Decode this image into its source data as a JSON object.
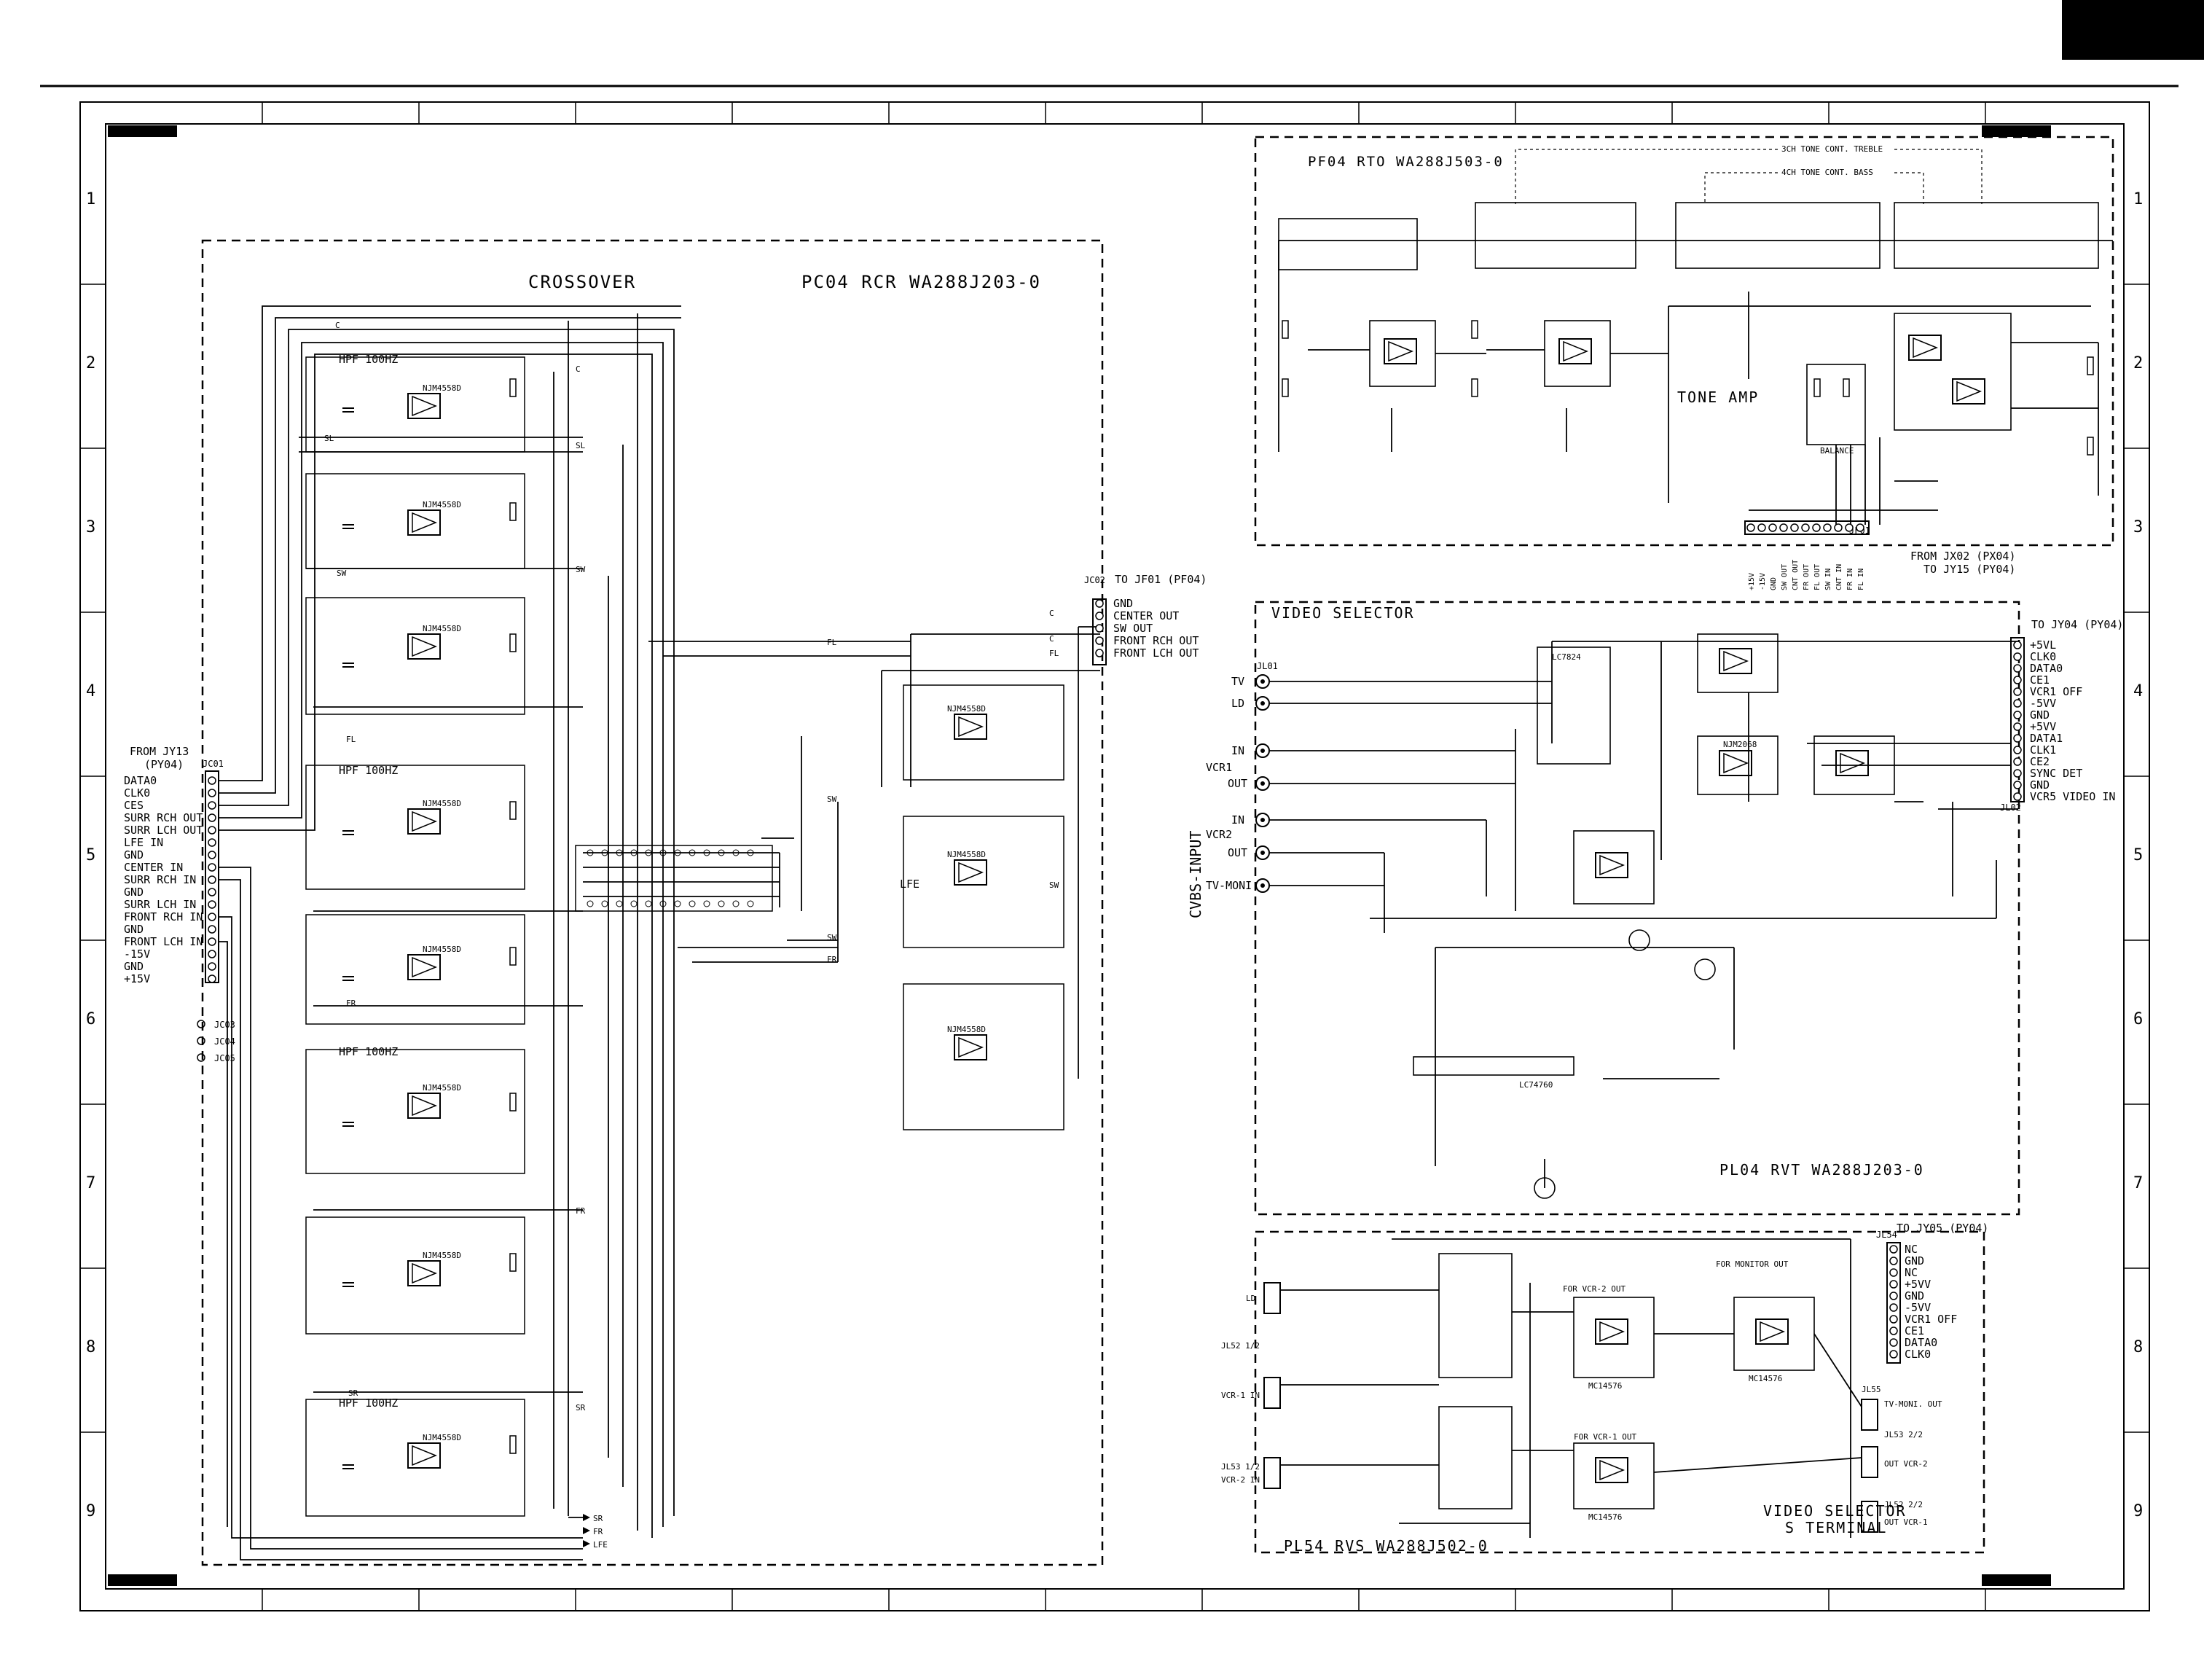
{
  "frame": {
    "row_numbers": [
      "1",
      "2",
      "3",
      "4",
      "5",
      "6",
      "7",
      "8",
      "9"
    ]
  },
  "crossover": {
    "title": "CROSSOVER",
    "board": "PC04  RCR  WA288J203-0",
    "from_label": "FROM JY13",
    "from_sub": "(PY04)",
    "left_connector": "JC01",
    "left_pins": [
      "DATA0",
      "CLK0",
      "CES",
      "SURR RCH OUT",
      "SURR LCH OUT",
      "LFE IN",
      "GND",
      "CENTER IN",
      "SURR RCH IN",
      "GND",
      "SURR LCH IN",
      "FRONT RCH IN",
      "GND",
      "FRONT LCH IN",
      "-15V",
      "GND",
      "+15V"
    ],
    "right_connector": "JC02",
    "right_to": "TO JF01 (PF04)",
    "right_pins": [
      "GND",
      "CENTER OUT",
      "SW OUT",
      "FRONT RCH OUT",
      "FRONT LCH OUT"
    ],
    "extra_jacks": [
      "JC03",
      "JC04",
      "JC05"
    ],
    "hpf_labels": [
      "HPF 100HZ",
      "HPF 100HZ",
      "HPF 100HZ",
      "HPF 100HZ"
    ],
    "ic_part": "NJM4558D",
    "lfe_label": "LFE",
    "bottom_outputs": [
      "SR",
      "FR",
      "LFE"
    ],
    "signals": [
      "C",
      "SL",
      "SW",
      "FL",
      "FR",
      "SR"
    ]
  },
  "tone": {
    "board": "PF04  RTO  WA288J503-0",
    "label_treble": "3CH TONE CONT.  TREBLE",
    "label_bass": "4CH TONE CONT.  BASS",
    "tone_amp": "TONE AMP",
    "balance": "BALANCE",
    "connector": "JF01",
    "from_line1": "FROM JX02 (PX04)",
    "from_line2": "TO JY15 (PY04)",
    "pins": [
      "+15V",
      "-15V",
      "GND",
      "SW OUT",
      "CNT OUT",
      "FR OUT",
      "FL OUT",
      "SW IN",
      "CNT IN",
      "FR IN",
      "FL IN"
    ]
  },
  "video": {
    "title": "VIDEO SELECTOR",
    "board": "PL04  RVT  WA288J203-0",
    "cvbs_label": "CVBS-INPUT",
    "jack": "JL01",
    "jack_labels": [
      "TV",
      "LD",
      "IN",
      "VCR1",
      "OUT",
      "IN",
      "VCR2",
      "OUT",
      "TV-MONI"
    ],
    "connector": "JL02",
    "to_label": "TO JY04 (PY04)",
    "pins": [
      "+5VL",
      "CLK0",
      "DATA0",
      "CE1",
      "VCR1 OFF",
      "-5VV",
      "GND",
      "+5VV",
      "DATA1",
      "CLK1",
      "CE2",
      "SYNC DET",
      "GND",
      "VCR5 VIDEO IN"
    ],
    "ic_main": "LC74760",
    "ic_sel": "LC7824",
    "ic_amp": "NJM2068"
  },
  "svideo": {
    "title_line1": "VIDEO SELECTOR",
    "title_line2": "S TERMINAL",
    "board": "PL54  RVS  WA288J502-0",
    "connector": "JL54",
    "to_label": "TO JY05 (PY04)",
    "pins": [
      "NC",
      "GND",
      "NC",
      "+5VV",
      "GND",
      "-5VV",
      "VCR1 OFF",
      "CE1",
      "DATA0",
      "CLK0"
    ],
    "jack_labels": [
      "LD",
      "JL52 1/2",
      "VCR-1 IN",
      "JL53 1/2",
      "VCR-2 IN",
      "JL55",
      "TV-MONI. OUT",
      "JL53 2/2",
      "OUT VCR-2",
      "JL52 2/2",
      "OUT VCR-1"
    ],
    "for_labels": [
      "FOR VCR-2 OUT",
      "FOR MONITOR OUT",
      "FOR VCR-1 OUT"
    ],
    "ic": "MC14576"
  }
}
